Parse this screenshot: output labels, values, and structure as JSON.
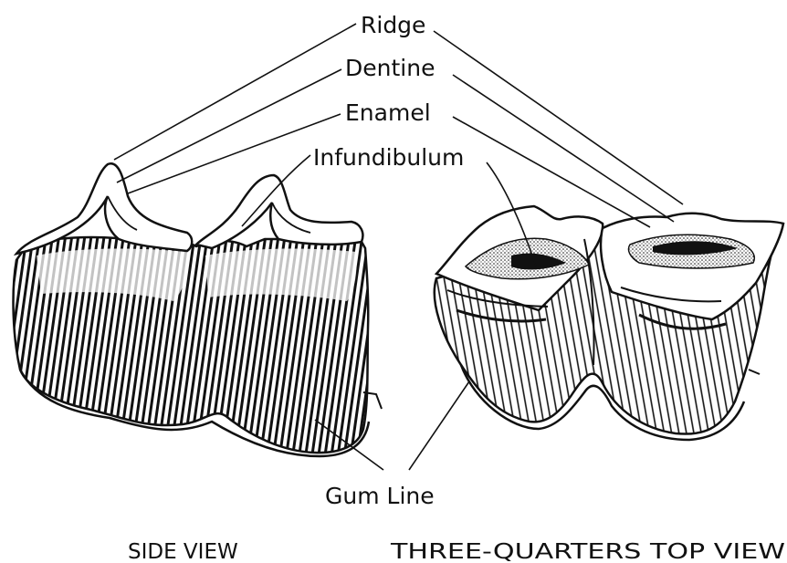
{
  "labels": {
    "ridge": "Ridge",
    "dentine": "Dentine",
    "enamel": "Enamel",
    "infundibulum": "Infundibulum",
    "gum_line": "Gum Line"
  },
  "captions": {
    "side_view": "SIDE VIEW",
    "top_view": "THREE-QUARTERS TOP VIEW"
  },
  "colors": {
    "ink": "#111111",
    "paper": "#ffffff"
  }
}
